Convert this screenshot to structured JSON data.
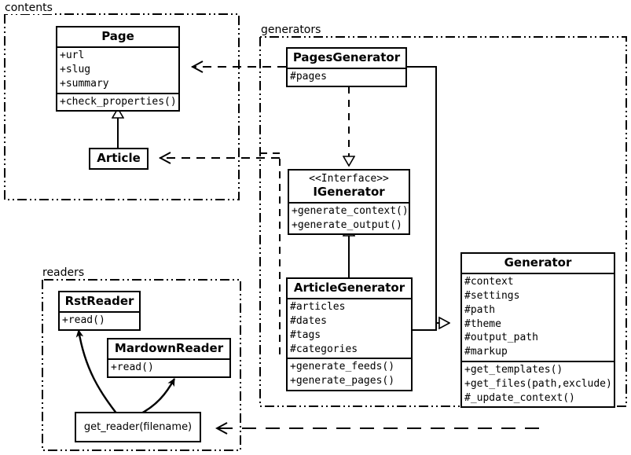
{
  "diagram": {
    "title": "Pelican architecture UML class diagram",
    "background": "#ffffff",
    "stroke": "#000000"
  },
  "packages": [
    {
      "name": "contents-package",
      "label": "contents"
    },
    {
      "name": "generators-package",
      "label": "generators"
    },
    {
      "name": "readers-package",
      "label": "readers"
    }
  ],
  "classes": {
    "page": {
      "name": "Page",
      "attributes": [
        "+url",
        "+slug",
        "+summary"
      ],
      "methods": [
        "+check_properties()"
      ]
    },
    "article": {
      "name": "Article",
      "attributes": [],
      "methods": []
    },
    "pages_generator": {
      "name": "PagesGenerator",
      "attributes": [
        "#pages"
      ],
      "methods": []
    },
    "igenerator": {
      "stereotype": "<<Interface>>",
      "name": "IGenerator",
      "attributes": [],
      "methods": [
        "+generate_context()",
        "+generate_output()"
      ]
    },
    "article_generator": {
      "name": "ArticleGenerator",
      "attributes": [
        "#articles",
        "#dates",
        "#tags",
        "#categories"
      ],
      "methods": [
        "+generate_feeds()",
        "+generate_pages()"
      ]
    },
    "generator": {
      "name": "Generator",
      "attributes": [
        "#context",
        "#settings",
        "#path",
        "#theme",
        "#output_path",
        "#markup"
      ],
      "methods": [
        "+get_templates()",
        "+get_files(path,exclude)",
        "#_update_context()"
      ]
    },
    "rst_reader": {
      "name": "RstReader",
      "attributes": [],
      "methods": [
        "+read()"
      ]
    },
    "mardown_reader": {
      "name": "MardownReader",
      "attributes": [],
      "methods": [
        "+read()"
      ]
    },
    "get_reader": {
      "name": "get_reader(filename)"
    }
  },
  "relations": [
    {
      "name": "article-inherits-page",
      "kind": "generalization",
      "from": "Article",
      "to": "Page"
    },
    {
      "name": "pagesgenerator-realizes-igenerator",
      "kind": "realization",
      "from": "PagesGenerator",
      "to": "IGenerator"
    },
    {
      "name": "articlegenerator-realizes-igenerator",
      "kind": "generalization",
      "from": "ArticleGenerator",
      "to": "IGenerator"
    },
    {
      "name": "pagesgenerator-inherits-generator",
      "kind": "generalization",
      "from": "PagesGenerator",
      "to": "Generator"
    },
    {
      "name": "articlegenerator-inherits-generator",
      "kind": "generalization",
      "from": "ArticleGenerator",
      "to": "Generator"
    },
    {
      "name": "pagesgenerator-uses-page",
      "kind": "dependency",
      "from": "PagesGenerator",
      "to": "Page"
    },
    {
      "name": "articlegenerator-uses-article",
      "kind": "dependency",
      "from": "ArticleGenerator",
      "to": "Article"
    },
    {
      "name": "generator-uses-get-reader",
      "kind": "dependency",
      "from": "Generator",
      "to": "get_reader(filename)"
    },
    {
      "name": "get-reader-returns-rstreader",
      "kind": "curved-arrow",
      "from": "get_reader(filename)",
      "to": "RstReader"
    },
    {
      "name": "get-reader-returns-mardownreader",
      "kind": "curved-arrow",
      "from": "get_reader(filename)",
      "to": "MardownReader"
    }
  ]
}
